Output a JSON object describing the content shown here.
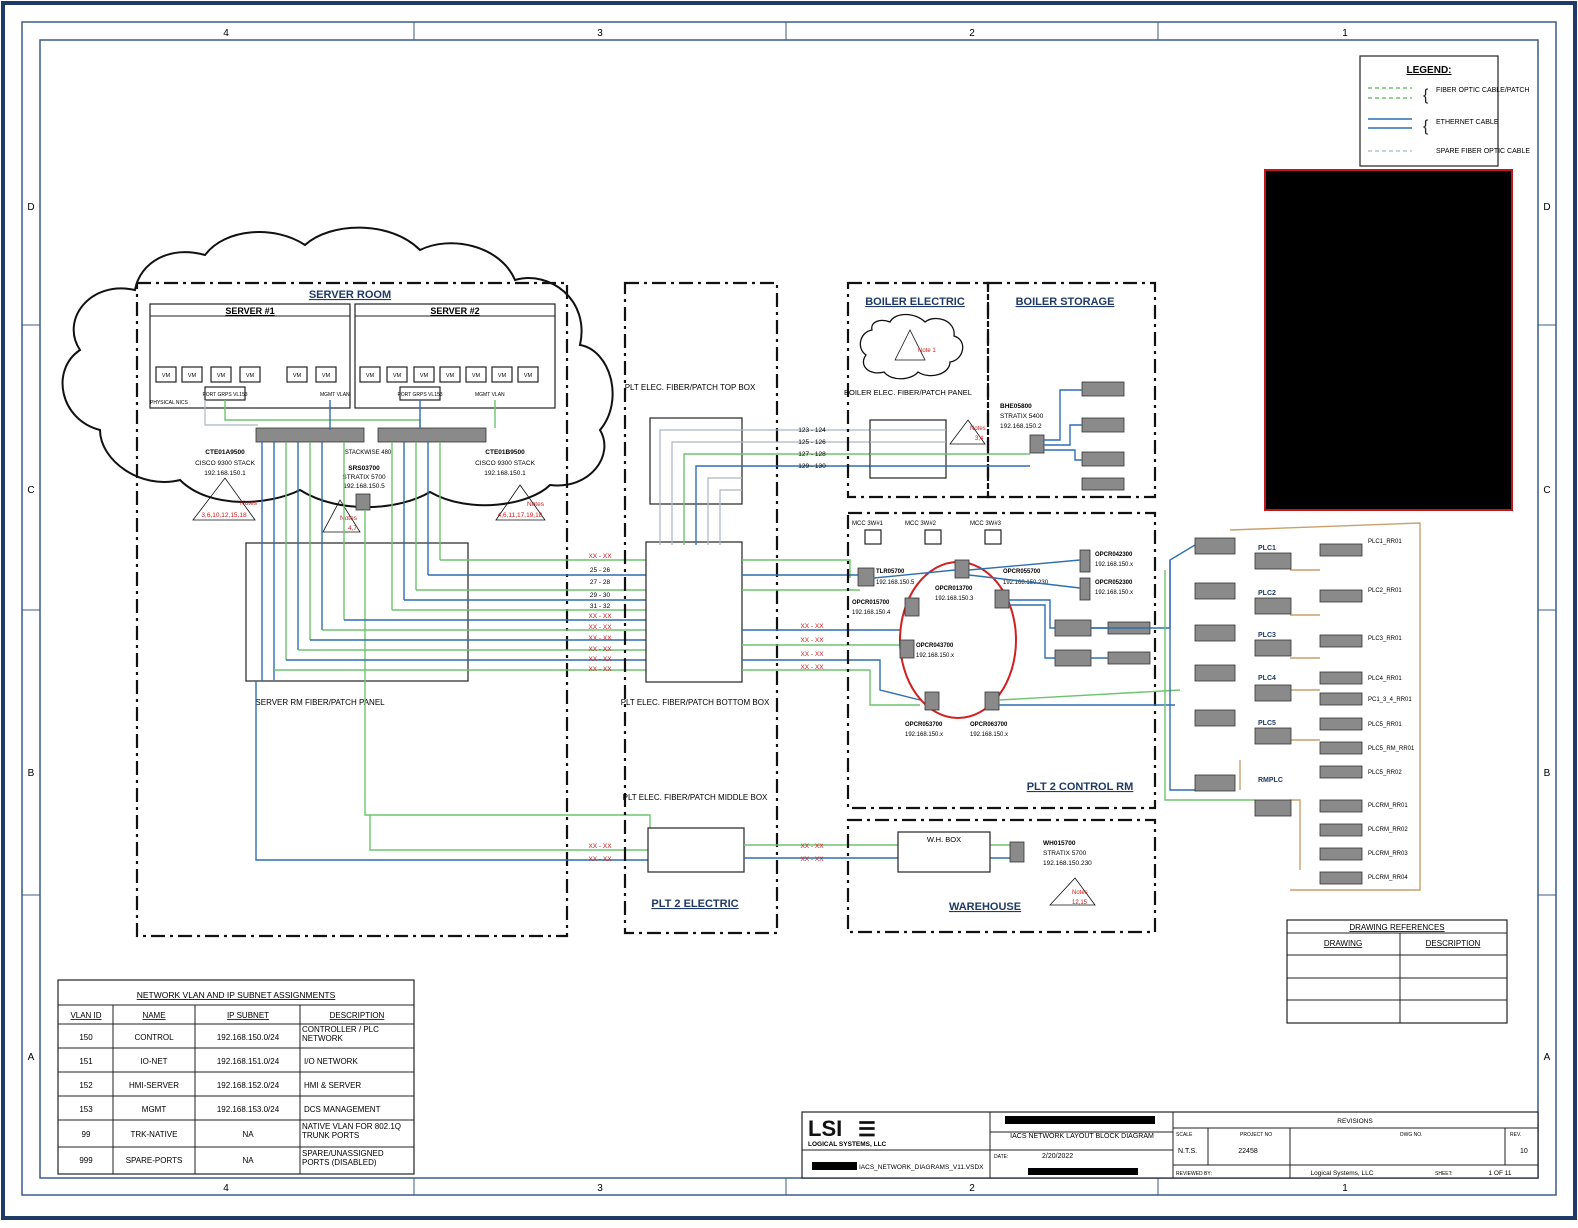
{
  "grid": {
    "cols": [
      "4",
      "3",
      "2",
      "1"
    ],
    "rows": [
      "D",
      "C",
      "B",
      "A"
    ]
  },
  "legend": {
    "title": "LEGEND:",
    "items": [
      "FIBER OPTIC CABLE/PATCH",
      "ETHERNET CABLE",
      "SPARE FIBER OPTIC CABLE"
    ]
  },
  "zones": {
    "server_room": "SERVER ROOM",
    "boiler_electric": "BOILER ELECTRIC",
    "boiler_storage": "BOILER STORAGE",
    "plt2_electric": "PLT 2 ELECTRIC",
    "plt2_control": "PLT 2 CONTROL RM",
    "warehouse": "WAREHOUSE"
  },
  "servers": {
    "server1": {
      "title": "SERVER #1",
      "vms": [
        "VM",
        "VM",
        "VM",
        "VM",
        "VM",
        "VM"
      ],
      "port_label": "PORT GRPS VL153",
      "aux1": "PHYSICAL NICS",
      "aux2": "MGMT VLAN"
    },
    "server2": {
      "title": "SERVER #2",
      "vms": [
        "VM",
        "VM",
        "VM",
        "VM",
        "VM",
        "VM",
        "VM"
      ],
      "port_label": "PORT GRPS VL153",
      "aux1": "MGMT VLAN"
    }
  },
  "switches": {
    "left": {
      "name": "CTE01A9500",
      "model": "CISCO 9300 STACK",
      "ip": "192.168.150.1"
    },
    "mid": {
      "name": "SRS03700",
      "model": "STRATIX 5700",
      "ip": "192.168.150.5"
    },
    "right": {
      "name": "CTE01B9500",
      "model": "CISCO 9300 STACK",
      "ip": "192.168.150.1"
    },
    "stack_label": "STACKWISE 480"
  },
  "notes": {
    "note_label": "Notes",
    "left_refs": "3,6,10,12,15,18",
    "mid_refs": "4,7",
    "right_refs": "4,6,11,17,19,18",
    "boiler_cloud": "Note 1",
    "boiler_panel_refs": "3,4",
    "warehouse_refs": "12,15"
  },
  "panels": {
    "server_rm": "SERVER RM FIBER/PATCH PANEL",
    "top_box": "PLT ELEC. FIBER/PATCH TOP BOX",
    "bottom_box": "PLT ELEC. FIBER/PATCH BOTTOM BOX",
    "middle_box": "PLT ELEC. FIBER/PATCH MIDDLE BOX",
    "boiler_panel": "BOILER ELEC. FIBER/PATCH PANEL",
    "wh_box": "W.H. BOX"
  },
  "fiber_pairs": {
    "top": [
      "123 - 124",
      "125 - 126",
      "127 - 128",
      "129 - 130"
    ],
    "main": [
      "XX - XX",
      "25 - 26",
      "27 - 28",
      "29 - 30",
      "31 - 32",
      "XX - XX",
      "XX - XX",
      "XX - XX",
      "XX - XX",
      "XX - XX",
      "XX - XX"
    ],
    "right_main": [
      "XX - XX",
      "XX - XX",
      "XX - XX",
      "XX - XX"
    ],
    "bottom": [
      "XX - XX",
      "XX - XX"
    ]
  },
  "boiler_switch": {
    "name": "BHE05800",
    "model": "STRATIX 5400",
    "ip": "192.168.150.2"
  },
  "mcc": [
    "MCC 3W#1",
    "MCC 3W#2",
    "MCC 3W#3"
  ],
  "control_devices": [
    {
      "name": "TLR05700",
      "ip": "192.168.150.5"
    },
    {
      "name": "OPCR013700",
      "ip": "192.168.150.3"
    },
    {
      "name": "OPCR015700",
      "ip": "192.168.150.4"
    },
    {
      "name": "OPCR043700",
      "ip": "192.168.150.x"
    },
    {
      "name": "OPCR053700",
      "ip": "192.168.150.x"
    },
    {
      "name": "OPCR063700",
      "ip": "192.168.150.x"
    },
    {
      "name": "OPCR055700",
      "ip": "192.168.150.230"
    },
    {
      "name": "OPCR042300",
      "ip": "192.168.150.x"
    },
    {
      "name": "OPCR052300",
      "ip": "192.168.150.x"
    }
  ],
  "warehouse_switch": {
    "name": "WH015700",
    "model": "STRATIX 5700",
    "ip": "192.168.150.230"
  },
  "plcs": [
    "PLC1",
    "PLC2",
    "PLC3",
    "PLC4",
    "PLC5",
    "RMPLC"
  ],
  "racks": [
    "PLC1_RR01",
    "PLC2_RR01",
    "PLC3_RR01",
    "PLC4_RR01",
    "PC1_3_4_RR01",
    "PLC5_RR01",
    "PLC5_RM_RR01",
    "PLC5_RR02",
    "PLCRM_RR01",
    "PLCRM_RR02",
    "PLCRM_RR03",
    "PLCRM_RR04"
  ],
  "vlan_table": {
    "title": "NETWORK VLAN AND IP SUBNET ASSIGNMENTS",
    "headers": [
      "VLAN ID",
      "NAME",
      "IP SUBNET",
      "DESCRIPTION"
    ],
    "rows": [
      [
        "150",
        "CONTROL",
        "192.168.150.0/24",
        "CONTROLLER / PLC NETWORK"
      ],
      [
        "151",
        "IO-NET",
        "192.168.151.0/24",
        "I/O NETWORK"
      ],
      [
        "152",
        "HMI-SERVER",
        "192.168.152.0/24",
        "HMI & SERVER"
      ],
      [
        "153",
        "MGMT",
        "192.168.153.0/24",
        "DCS MANAGEMENT"
      ],
      [
        "99",
        "TRK-NATIVE",
        "NA",
        "NATIVE VLAN FOR 802.1Q TRUNK PORTS"
      ],
      [
        "999",
        "SPARE-PORTS",
        "NA",
        "SPARE/UNASSIGNED PORTS (DISABLED)"
      ]
    ]
  },
  "drawing_refs": {
    "title": "DRAWING REFERENCES",
    "headers": [
      "DRAWING",
      "DESCRIPTION"
    ]
  },
  "title_block": {
    "logo": "LSI",
    "company": "LOGICAL SYSTEMS, LLC",
    "title": "IACS NETWORK LAYOUT BLOCK DIAGRAM",
    "filename": "IACS_NETWORK_DIAGRAMS_V11.VSDX",
    "date_label": "DATE:",
    "date": "2/20/2022",
    "scale_label": "SCALE",
    "scale": "N.T.S.",
    "project_label": "PROJECT NO",
    "project": "22458",
    "dwg_label": "DWG NO.",
    "rev_label": "REV.",
    "rev": "10",
    "revisions": "REVISIONS",
    "reviewed_label": "REVIEWED BY:",
    "owner": "Logical Systems, LLC",
    "sheet_label": "SHEET:",
    "sheet": "1 OF 11"
  }
}
